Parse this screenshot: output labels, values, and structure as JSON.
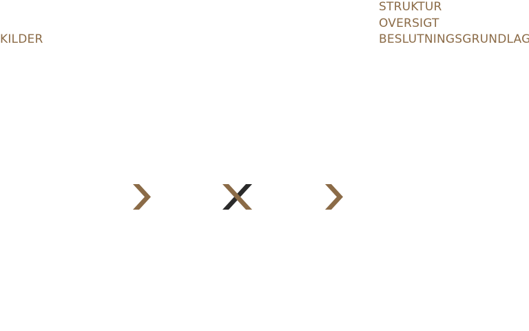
{
  "left": {
    "label": "KILDER"
  },
  "right": {
    "items": [
      {
        "label": "STRUKTUR"
      },
      {
        "label": "OVERSIGT"
      },
      {
        "label": "BESLUTNINGSGRUNDLAG"
      }
    ]
  },
  "colors": {
    "accent": "#8b6b47",
    "dark": "#2a2a2a"
  },
  "icons": {
    "left": "chevron-right-icon",
    "center": "x-cross-icon",
    "right": "chevron-right-icon"
  }
}
